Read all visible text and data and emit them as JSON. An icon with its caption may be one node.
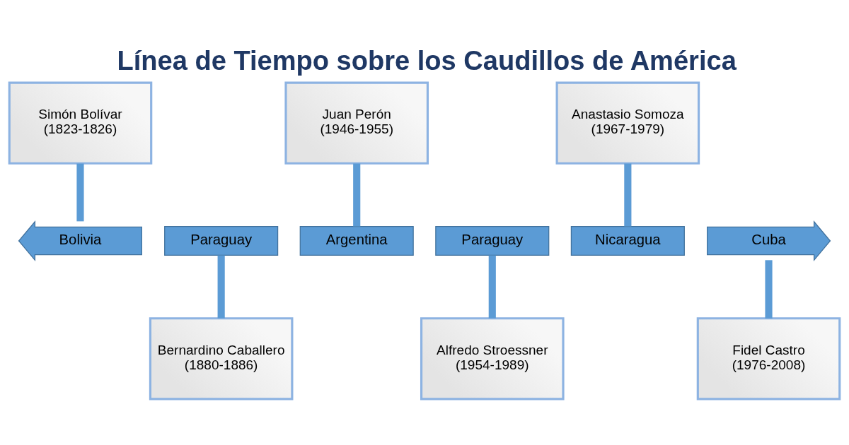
{
  "diagram": {
    "title": "Línea de Tiempo sobre los Caudillos de América",
    "nodes": [
      {
        "text": [
          "Simón Bolívar",
          "(1823-1826)"
        ]
      },
      {
        "text": [
          "Juan Perón",
          "(1946-1955)"
        ]
      },
      {
        "text": [
          "Anastasio Somoza",
          "(1967-1979)"
        ]
      },
      {
        "text": [
          "Bolivia"
        ]
      },
      {
        "text": [
          "Paraguay"
        ]
      },
      {
        "text": [
          "Argentina"
        ]
      },
      {
        "text": [
          "Paraguay"
        ]
      },
      {
        "text": [
          "Nicaragua"
        ]
      },
      {
        "text": [
          "Cuba"
        ]
      },
      {
        "text": [
          "Bernardino Caballero",
          "(1880-1886)"
        ]
      },
      {
        "text": [
          "Alfredo Stroessner",
          "(1954-1989)"
        ]
      },
      {
        "text": [
          "Fidel Castro",
          "(1976-2008)"
        ]
      }
    ],
    "edges": [
      {
        "from": 0,
        "to": 3,
        "arrow": "none"
      },
      {
        "from": 4,
        "to": 9,
        "arrow": "none"
      },
      {
        "from": 1,
        "to": 5,
        "arrow": "none"
      },
      {
        "from": 6,
        "to": 10,
        "arrow": "none"
      },
      {
        "from": 2,
        "to": 7,
        "arrow": "none"
      },
      {
        "from": 8,
        "to": 11,
        "arrow": "none"
      }
    ]
  }
}
